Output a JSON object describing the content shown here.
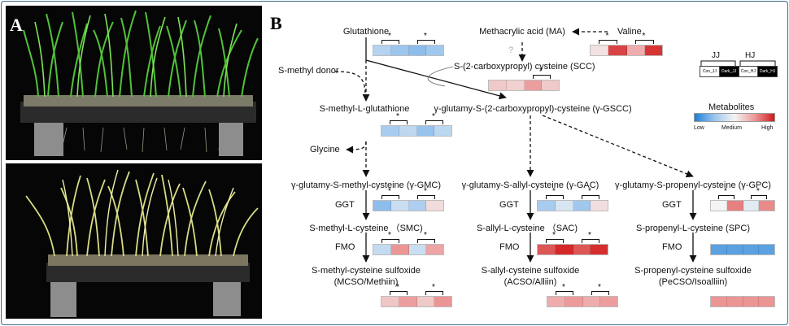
{
  "panels": {
    "a": "A",
    "b": "B"
  },
  "nodes": {
    "glutathione": "Glutathione",
    "methacrylic": "Methacrylic acid (MA)",
    "valine": "Valine",
    "qmark": "?",
    "smethyl_donor": "S-methyl donor",
    "scc": "S-(2-carboxypropyl) cysteine (SCC)",
    "smglut": "S-methyl-L-glutathione",
    "ygscc": "γ-glutamy-S-(2-carboxypropyl)-cysteine (γ-GSCC)",
    "glycine": "Glycine",
    "ygmc": "γ-glutamy-S-methyl-cysteine (γ-GMC)",
    "ygac": "γ-glutamy-S-allyl-cysteine (γ-GAC)",
    "ygpc": "γ-glutamy-S-propenyl-cysteine (γ-GPC)",
    "ggt1": "GGT",
    "ggt2": "GGT",
    "ggt3": "GGT",
    "smc": "S-methyl-L-cysteine （SMC)",
    "sac": "S-allyl-L-cysteine （SAC)",
    "spc": "S-propenyl-L-cysteine (SPC)",
    "fmo1": "FMO",
    "fmo2": "FMO",
    "fmo3": "FMO",
    "mcso1": "S-methyl-cysteine sulfoxide",
    "mcso2": "(MCSO/Methiin)",
    "acso1": "S-allyl-cysteine sulfoxide",
    "acso2": "(ACSO/Alliin)",
    "pecso1": "S-propenyl-cysteine sulfoxide",
    "pecso2": "(PeCSO/Isoalliin)"
  },
  "significance_mark": "*",
  "legend": {
    "groups": [
      "JJ",
      "HJ"
    ],
    "samples": [
      "Con_JJ",
      "Dark_JJ",
      "Con_HJ",
      "Dark_HJ"
    ],
    "title": "Metabolites",
    "low": "Low",
    "medium": "Medium",
    "high": "High",
    "scale_colors": [
      "#1e7fd6",
      "#9cc6ee",
      "#f4f4f4",
      "#ec9a9a",
      "#d21a1a"
    ]
  },
  "heatmaps": [
    {
      "name": "glutathione",
      "level": [
        0.32,
        0.25,
        0.22,
        0.26
      ],
      "stars": [
        true,
        true
      ]
    },
    {
      "name": "valine",
      "level": [
        0.55,
        0.92,
        0.7,
        0.95
      ],
      "stars": [
        true,
        true
      ]
    },
    {
      "name": "scc",
      "level": [
        0.62,
        0.6,
        0.74,
        0.62
      ],
      "stars": [
        false,
        true
      ]
    },
    {
      "name": "smglut",
      "level": [
        0.28,
        0.35,
        0.24,
        0.34
      ],
      "stars": [
        true,
        true
      ]
    },
    {
      "name": "ygmc",
      "level": [
        0.22,
        0.38,
        0.3,
        0.57
      ],
      "stars": [
        true,
        true
      ]
    },
    {
      "name": "ygac",
      "level": [
        0.28,
        0.42,
        0.26,
        0.56
      ],
      "stars": [
        true,
        true
      ]
    },
    {
      "name": "ygpc",
      "level": [
        0.5,
        0.8,
        0.45,
        0.78
      ],
      "stars": [
        true,
        true
      ]
    },
    {
      "name": "smc",
      "level": [
        0.36,
        0.76,
        0.38,
        0.72
      ],
      "stars": [
        true,
        true
      ]
    },
    {
      "name": "sac",
      "level": [
        0.88,
        0.97,
        0.88,
        0.96
      ],
      "stars": [
        true,
        true
      ]
    },
    {
      "name": "spc",
      "level": [
        0.12,
        0.12,
        0.12,
        0.12
      ],
      "stars": [
        false,
        false
      ]
    },
    {
      "name": "mcso",
      "level": [
        0.63,
        0.74,
        0.62,
        0.76
      ],
      "stars": [
        true,
        true
      ]
    },
    {
      "name": "acso",
      "level": [
        0.7,
        0.75,
        0.7,
        0.74
      ],
      "stars": [
        true,
        true
      ]
    },
    {
      "name": "pecso",
      "level": [
        0.76,
        0.76,
        0.76,
        0.76
      ],
      "stars": [
        false,
        false
      ]
    }
  ]
}
